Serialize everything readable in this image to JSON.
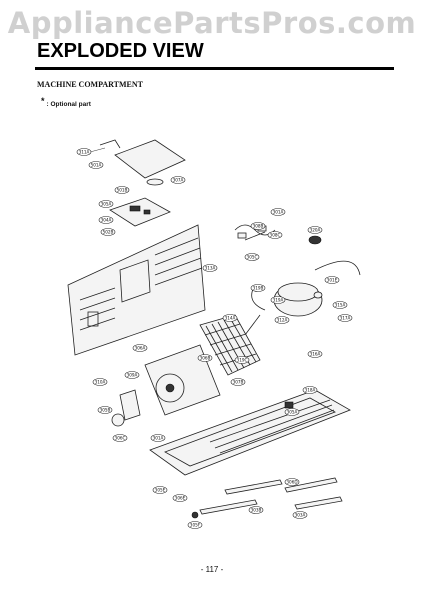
{
  "watermark": "AppliancePartsPros.com",
  "title": "EXPLODED VIEW",
  "section": "MACHINE COMPARTMENT",
  "note": {
    "star": "*",
    "text": ": Optional part"
  },
  "page_number": "- 117 -",
  "callouts": [
    "311A",
    "501A",
    "307A",
    "501B",
    "305A",
    "304A",
    "502B",
    "313A",
    "301A",
    "308B",
    "308C",
    "305C",
    "320A",
    "319B",
    "319A",
    "301E",
    "312A",
    "315A",
    "317A",
    "316A",
    "314A",
    "306B",
    "319C",
    "306A",
    "309A",
    "310A",
    "307B",
    "305B",
    "306C",
    "318A",
    "305A",
    "301A",
    "305E",
    "306E",
    "306D",
    "303B",
    "303A",
    "305F"
  ]
}
